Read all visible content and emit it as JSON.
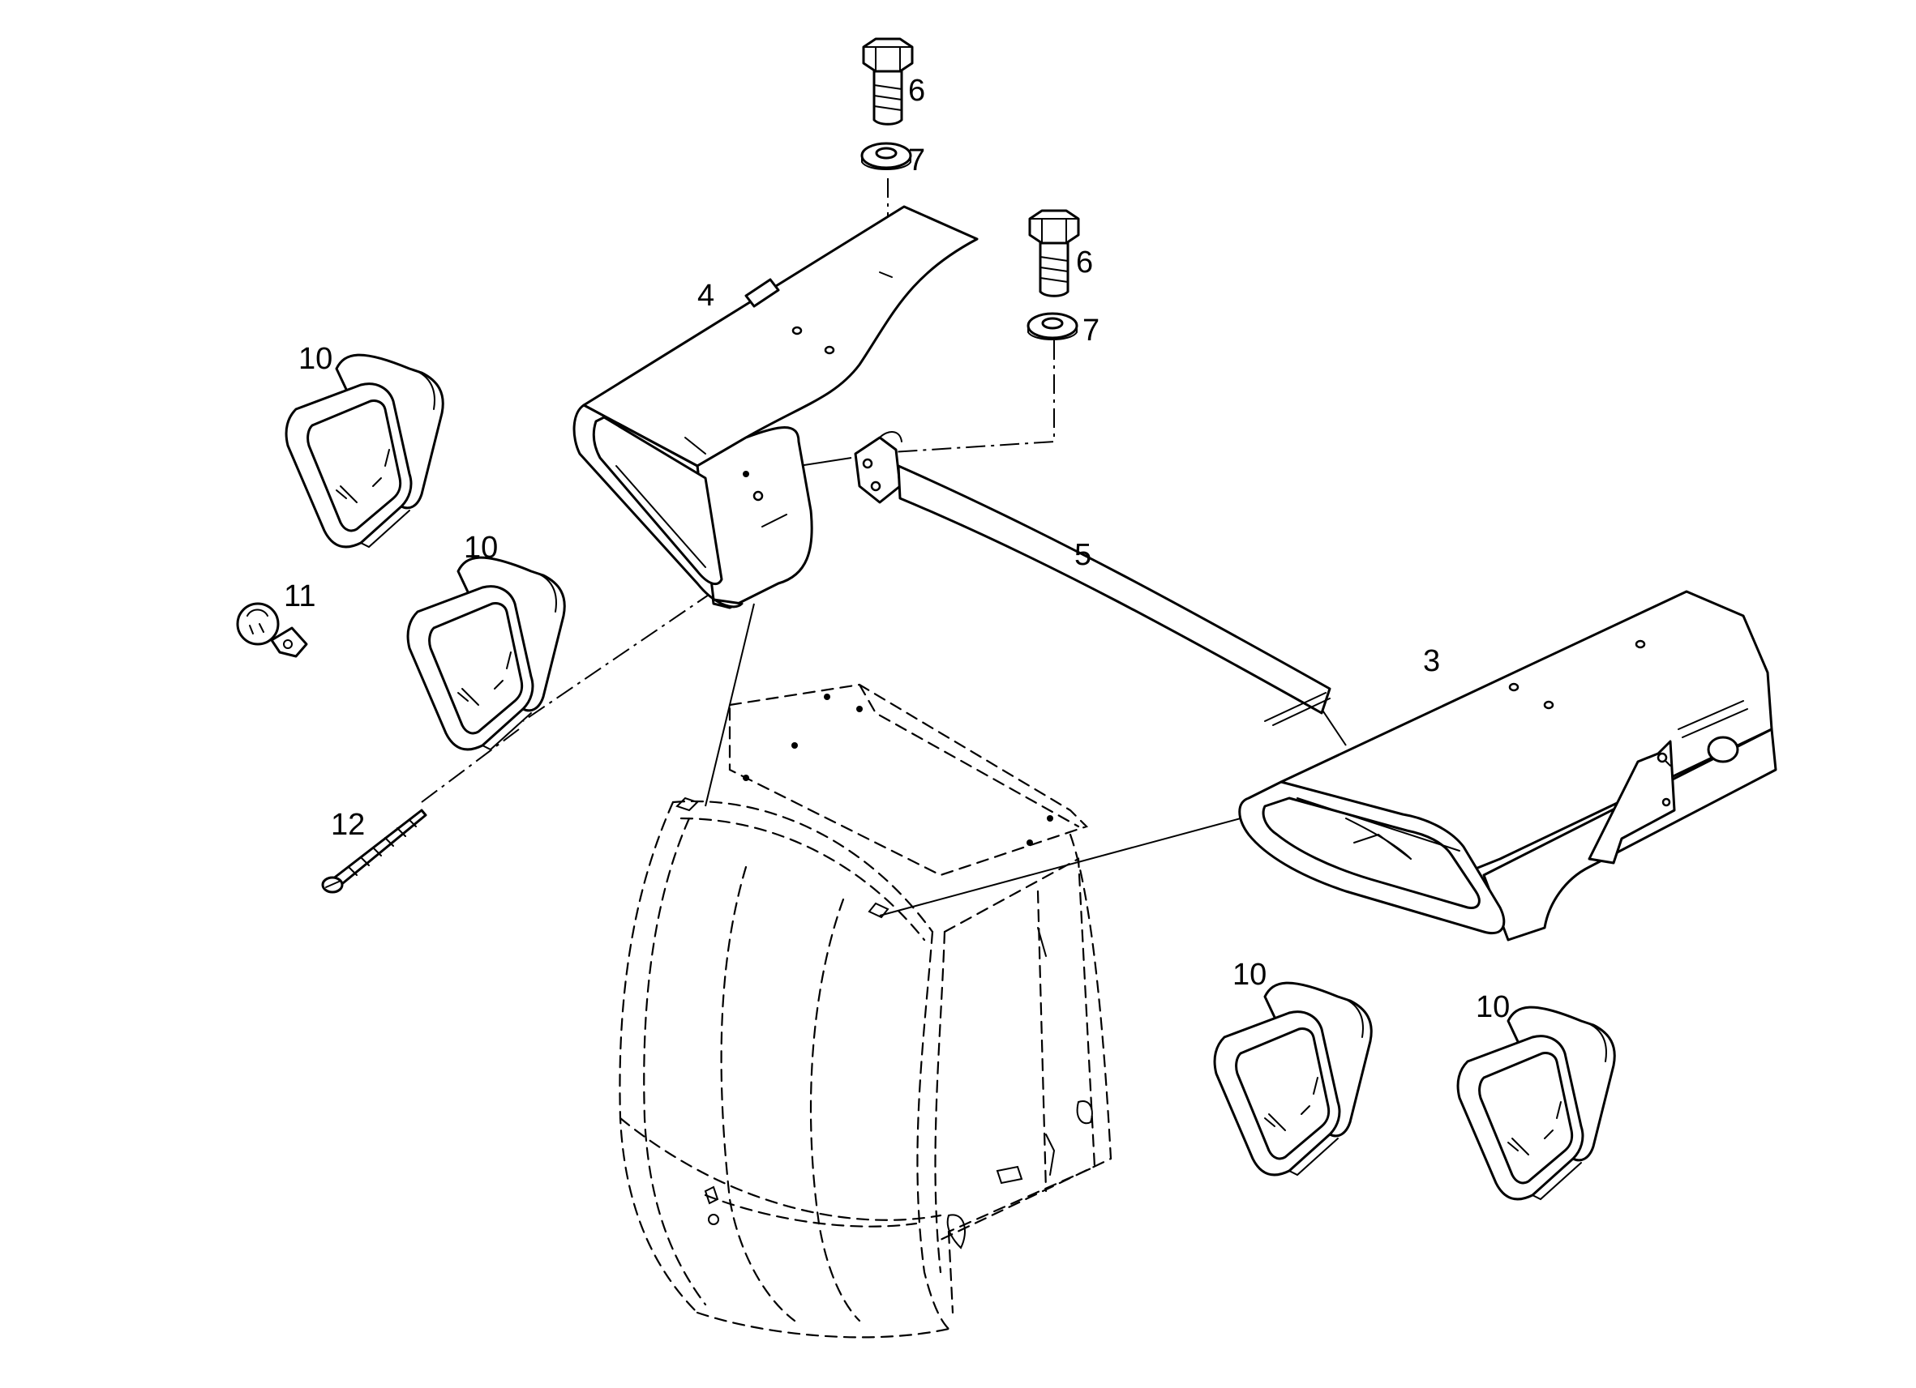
{
  "callouts": {
    "bolt_top": "6",
    "washer_top": "7",
    "bolt_mid": "6",
    "washer_mid": "7",
    "left_housing": "4",
    "light_upper_left": "10",
    "light_mid_left": "10",
    "bulb": "11",
    "screw": "12",
    "cross_bar": "5",
    "right_housing": "3",
    "light_bottom_left": "10",
    "light_bottom_right": "10"
  },
  "colors": {
    "line": "#000000",
    "background": "#ffffff"
  }
}
